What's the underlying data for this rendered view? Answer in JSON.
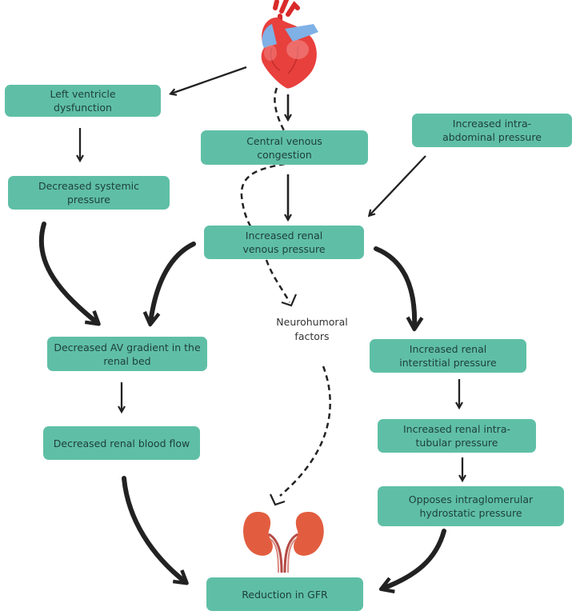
{
  "diagram": {
    "title": "Cardiorenal pathophysiology flowchart",
    "colors": {
      "box_fill": "#5fbfa6",
      "box_text": "#1d3f3a",
      "arrow": "#222222"
    },
    "icons": {
      "top": "heart-icon",
      "bottom": "kidneys-icon"
    },
    "nodes": {
      "lv_dysfunction": "Left ventricle dysfunction",
      "decreased_systemic": "Decreased systemic pressure",
      "central_venous": "Central venous congestion",
      "intra_abdominal": "Increased intra-abdominal pressure",
      "renal_venous": "Increased renal venous pressure",
      "av_gradient": "Decreased AV gradient in the renal bed",
      "neurohumoral": "Neurohumoral factors",
      "renal_blood_flow": "Decreased renal blood flow",
      "interstitial": "Increased renal interstitial pressure",
      "intratubular": "Increased renal intra-tubular pressure",
      "opposes": "Opposes intraglomerular hydrostatic pressure",
      "gfr": "Reduction in GFR"
    },
    "edges": [
      {
        "from": "heart",
        "to": "lv_dysfunction",
        "style": "solid"
      },
      {
        "from": "heart",
        "to": "central_venous",
        "style": "solid"
      },
      {
        "from": "heart",
        "to": "neurohumoral",
        "style": "dashed"
      },
      {
        "from": "lv_dysfunction",
        "to": "decreased_systemic",
        "style": "solid"
      },
      {
        "from": "central_venous",
        "to": "renal_venous",
        "style": "solid"
      },
      {
        "from": "intra_abdominal",
        "to": "renal_venous",
        "style": "solid"
      },
      {
        "from": "decreased_systemic",
        "to": "av_gradient",
        "style": "bold"
      },
      {
        "from": "renal_venous",
        "to": "av_gradient",
        "style": "bold"
      },
      {
        "from": "renal_venous",
        "to": "neurohumoral",
        "style": "dashed"
      },
      {
        "from": "renal_venous",
        "to": "interstitial",
        "style": "bold"
      },
      {
        "from": "av_gradient",
        "to": "renal_blood_flow",
        "style": "solid"
      },
      {
        "from": "interstitial",
        "to": "intratubular",
        "style": "solid"
      },
      {
        "from": "intratubular",
        "to": "opposes",
        "style": "solid"
      },
      {
        "from": "renal_blood_flow",
        "to": "gfr",
        "style": "bold"
      },
      {
        "from": "neurohumoral",
        "to": "kidneys",
        "style": "dashed"
      },
      {
        "from": "opposes",
        "to": "gfr",
        "style": "bold"
      }
    ]
  }
}
